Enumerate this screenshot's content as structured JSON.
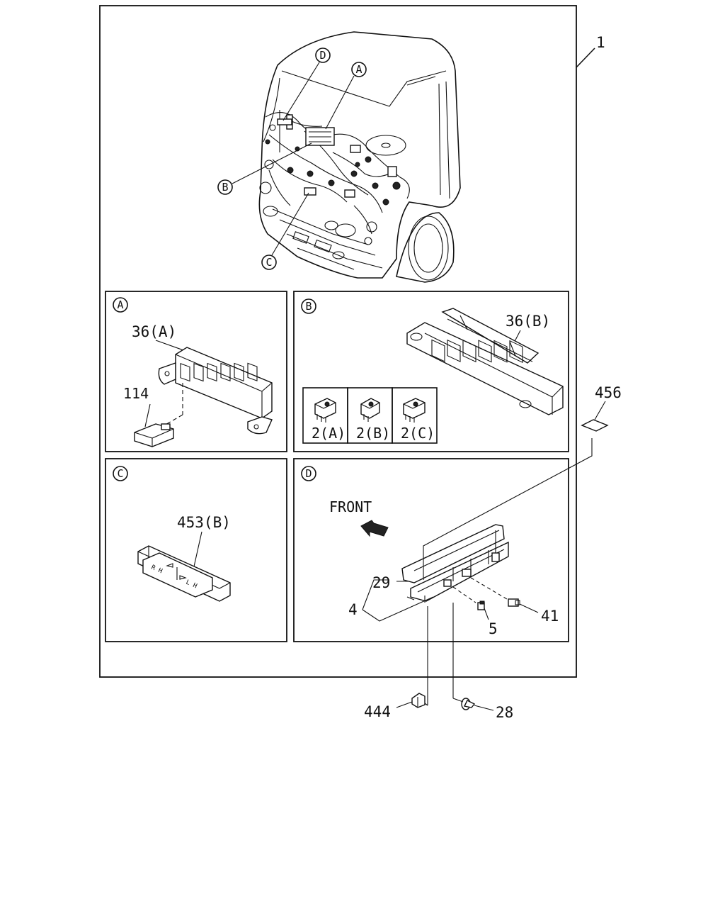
{
  "callouts": {
    "assembly": "1",
    "detail_a": "A",
    "detail_b": "B",
    "detail_c": "C",
    "detail_d": "D"
  },
  "panel_a": {
    "letter": "A",
    "part_36a": "36(A)",
    "part_114": "114"
  },
  "panel_b": {
    "letter": "B",
    "part_36b": "36(B)",
    "variants": [
      "2(A)",
      "2(B)",
      "2(C)"
    ]
  },
  "panel_c": {
    "letter": "C",
    "part_453b": "453(B)"
  },
  "panel_d": {
    "letter": "D",
    "front_label": "FRONT",
    "part_29": "29",
    "part_4": "4",
    "part_5": "5",
    "part_41": "41"
  },
  "external_parts": {
    "part_456": "456",
    "part_444": "444",
    "part_28": "28"
  }
}
